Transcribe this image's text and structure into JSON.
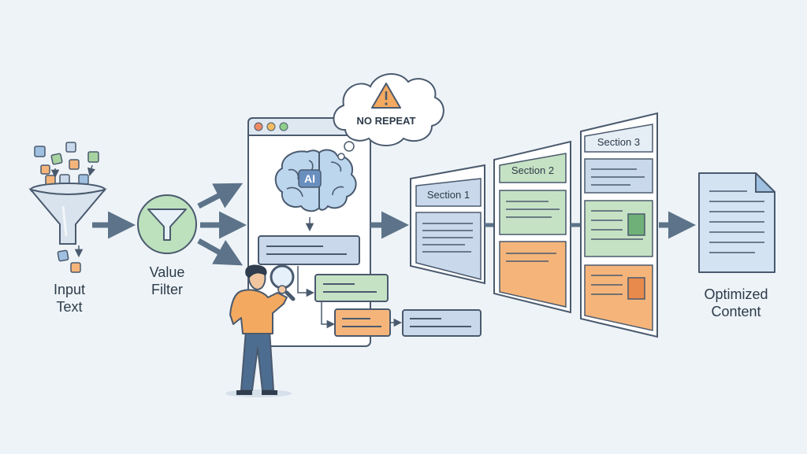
{
  "labels": {
    "input_line1": "Input",
    "input_line2": "Text",
    "filter_line1": "Value",
    "filter_line2": "Filter",
    "output_line1": "Optimized",
    "output_line2": "Content"
  },
  "ai_badge": "AI",
  "warning": {
    "icon": "warning-triangle-icon",
    "text": "NO REPEAT"
  },
  "sections": [
    "Section 1",
    "Section 2",
    "Section 3"
  ],
  "colors": {
    "background": "#eef3f7",
    "outline": "#4a5a6e",
    "arrow": "#5c7389",
    "blue_fill": "#c9d8ea",
    "green_fill": "#c6e2c4",
    "orange_fill": "#f5b57a",
    "yellow_square": "#f0cf78",
    "filter_circle": "#bde0bd",
    "person_shirt": "#f3a95f",
    "person_pants": "#4d6d90"
  }
}
